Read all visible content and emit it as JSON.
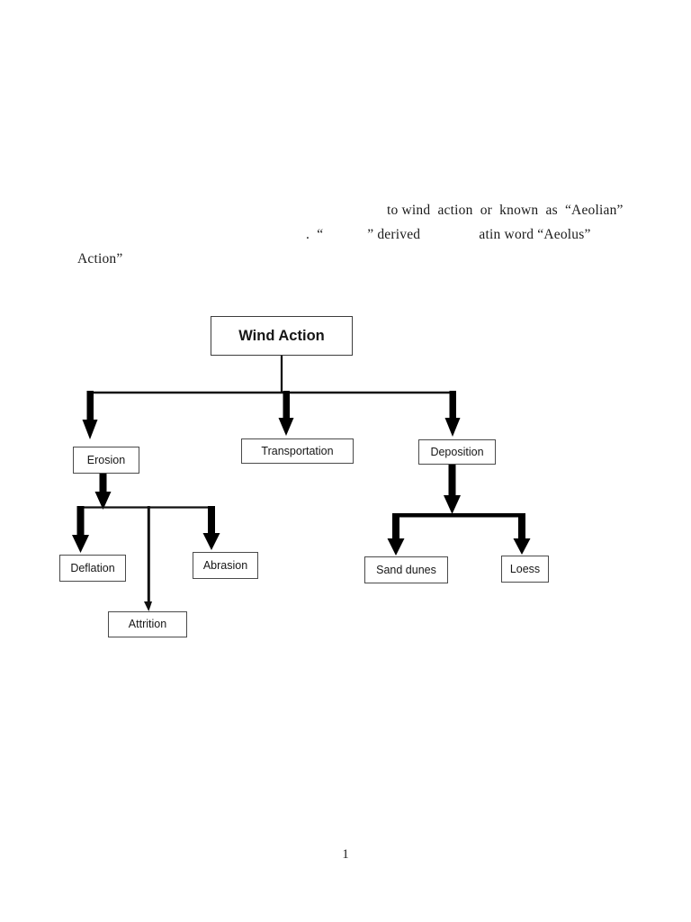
{
  "document": {
    "page_number": "1",
    "paragraph_lines": [
      "to wind  action  or  known  as  “Aeolian”",
      ".  “            ” derived                atin word “Aeolus”",
      "Action”"
    ]
  },
  "chart_data": {
    "type": "diagram",
    "title": "Wind Action",
    "orientation": "top-down",
    "nodes": [
      {
        "id": "wind-action",
        "label": "Wind Action",
        "level": 0,
        "bold": true
      },
      {
        "id": "erosion",
        "label": "Erosion",
        "level": 1,
        "bold": false
      },
      {
        "id": "transportation",
        "label": "Transportation",
        "level": 1,
        "bold": false
      },
      {
        "id": "deposition",
        "label": "Deposition",
        "level": 1,
        "bold": false
      },
      {
        "id": "deflation",
        "label": "Deflation",
        "level": 2,
        "bold": false
      },
      {
        "id": "attrition",
        "label": "Attrition",
        "level": 2,
        "bold": false
      },
      {
        "id": "abrasion",
        "label": "Abrasion",
        "level": 2,
        "bold": false
      },
      {
        "id": "sand-dunes",
        "label": "Sand dunes",
        "level": 2,
        "bold": false
      },
      {
        "id": "loess",
        "label": "Loess",
        "level": 2,
        "bold": false
      }
    ],
    "edges": [
      {
        "from": "wind-action",
        "to": "erosion",
        "style": "thick-arrow"
      },
      {
        "from": "wind-action",
        "to": "transportation",
        "style": "thick-arrow"
      },
      {
        "from": "wind-action",
        "to": "deposition",
        "style": "thick-arrow"
      },
      {
        "from": "erosion",
        "to": "deflation",
        "style": "thick-arrow"
      },
      {
        "from": "erosion",
        "to": "attrition",
        "style": "thin-arrow"
      },
      {
        "from": "erosion",
        "to": "abrasion",
        "style": "thick-arrow"
      },
      {
        "from": "deposition",
        "to": "sand-dunes",
        "style": "thick-arrow"
      },
      {
        "from": "deposition",
        "to": "loess",
        "style": "thick-arrow"
      }
    ],
    "colors": {
      "arrow": "#000000",
      "box_border": "#4a4a4a",
      "text": "#161616",
      "background": "#ffffff"
    }
  }
}
